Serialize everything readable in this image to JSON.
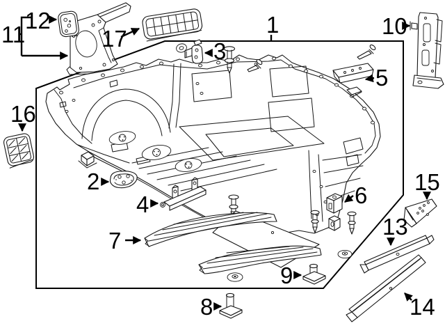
{
  "diagram": {
    "type": "exploded-parts-diagram",
    "colors": {
      "background": "#ffffff",
      "ink": "#141414"
    },
    "callouts": [
      {
        "label": "1"
      },
      {
        "label": "2"
      },
      {
        "label": "3"
      },
      {
        "label": "4"
      },
      {
        "label": "5"
      },
      {
        "label": "6"
      },
      {
        "label": "7"
      },
      {
        "label": "8"
      },
      {
        "label": "9"
      },
      {
        "label": "10"
      },
      {
        "label": "11"
      },
      {
        "label": "12"
      },
      {
        "label": "13"
      },
      {
        "label": "14"
      },
      {
        "label": "15"
      },
      {
        "label": "16"
      },
      {
        "label": "17"
      }
    ]
  }
}
